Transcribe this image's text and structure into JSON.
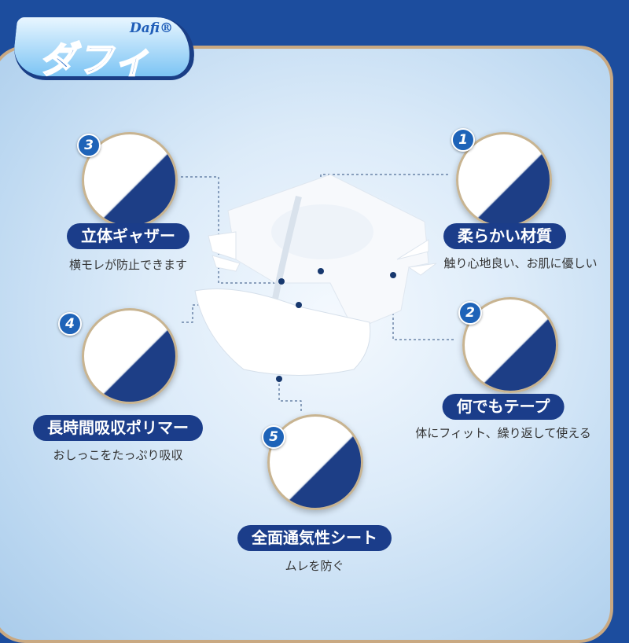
{
  "brand": {
    "logo_jp": "ダフィ",
    "logo_en": "Dafi®"
  },
  "features": [
    {
      "number": "1",
      "title": "柔らかい材質",
      "desc": "触り心地良い、お肌に優しい"
    },
    {
      "number": "2",
      "title": "何でもテープ",
      "desc": "体にフィット、繰り返して使える"
    },
    {
      "number": "3",
      "title": "立体ギャザー",
      "desc": "横モレが防止できます"
    },
    {
      "number": "4",
      "title": "長時間吸収ポリマー",
      "desc": "おしっこをたっぷり吸収"
    },
    {
      "number": "5",
      "title": "全面通気性シート",
      "desc": "ムレを防ぐ"
    }
  ],
  "colors": {
    "frame": "#1c4d9e",
    "pill": "#1b3d8a",
    "badge": "#1e63b8",
    "border": "#c9a982"
  }
}
